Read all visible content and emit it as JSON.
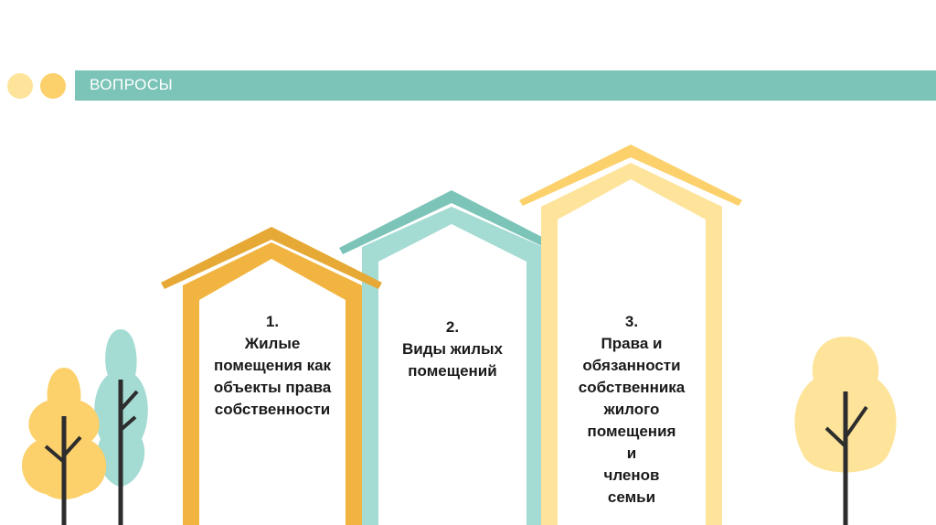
{
  "header": {
    "title": "ВОПРОСЫ"
  },
  "colors": {
    "teal": "#7cc4b8",
    "teal_light": "#a4dbd3",
    "orange": "#f2b440",
    "yellow": "#fcd06a",
    "yellow_light": "#fde49a"
  },
  "houses": [
    {
      "lines": [
        "1.",
        "Жилые",
        "помещения как",
        "объекты права",
        "собственности"
      ]
    },
    {
      "lines": [
        "2.",
        "Виды жилых",
        "помещений"
      ]
    },
    {
      "lines": [
        "3.",
        "Права и",
        "обязанности",
        "собственника",
        "жилого",
        "помещения",
        "и",
        "членов",
        "семьи"
      ]
    }
  ]
}
